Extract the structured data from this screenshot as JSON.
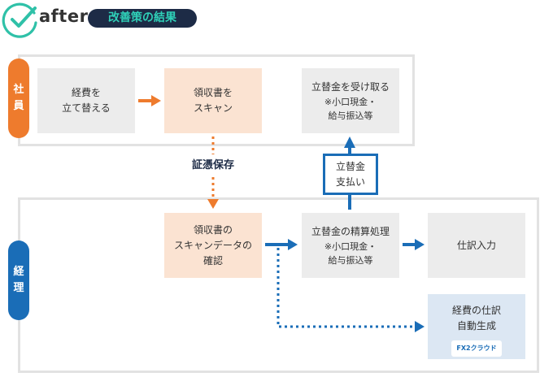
{
  "header": {
    "after_label": "after",
    "title_badge": "改善策の結果"
  },
  "lanes": {
    "employee_tab": [
      "社",
      "員"
    ],
    "accounting_tab": [
      "経",
      "理"
    ]
  },
  "boxes": {
    "replace_expenses": "経費を\n立て替える",
    "scan_receipt": "領収書を\nスキャン",
    "receive_advance": "立替金を受け取る",
    "receive_advance_note": "※小口現金・\n給与振込等",
    "check_scan_data": "領収書の\nスキャンデータの\n確認",
    "settle_advance": "立替金の精算処理",
    "settle_advance_note": "※小口現金・\n給与振込等",
    "journal_entry": "仕訳入力",
    "auto_journal": "経費の仕訳\n自動生成",
    "fx2_logo": "FX2クラウド"
  },
  "labels": {
    "evidence_storage": "証憑保存",
    "pay_advance": "立替金\n支払い"
  },
  "colors": {
    "orange": "#ee7b2d",
    "blue": "#1a6db7",
    "teal": "#2fc1a8",
    "navy_badge": "#1d2b46",
    "gray_box": "#ececec",
    "peach_box": "#fbe3d2",
    "blue_box": "#dce7f3"
  }
}
